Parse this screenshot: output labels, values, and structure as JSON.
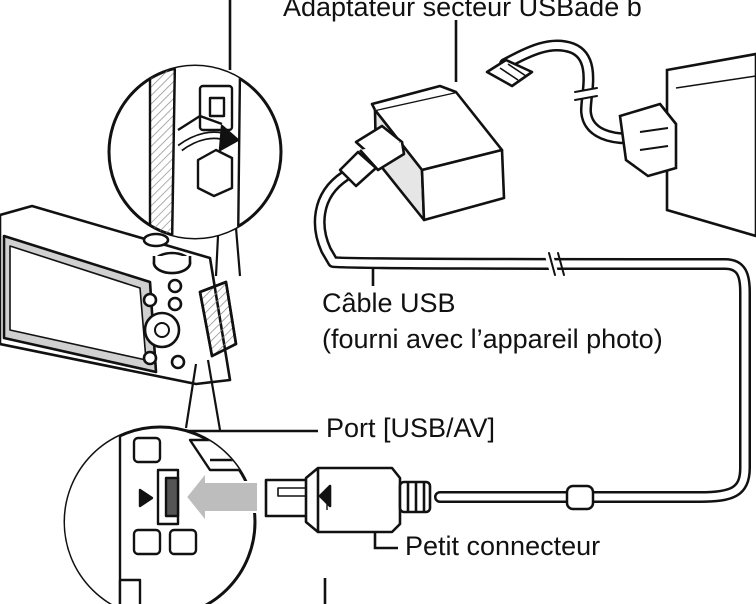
{
  "labels": {
    "adapter": "Adaptateur secteur USBadé b",
    "usb_cable_title": "Câble USB",
    "usb_cable_note": "(fourni avec l’appareil photo)",
    "port": "Port [USB/AV]",
    "small_connector": "Petit connecteur"
  },
  "colors": {
    "ink": "#111111",
    "paper": "#ffffff",
    "shade": "#bdbdbd",
    "dark_fill": "#555555"
  }
}
